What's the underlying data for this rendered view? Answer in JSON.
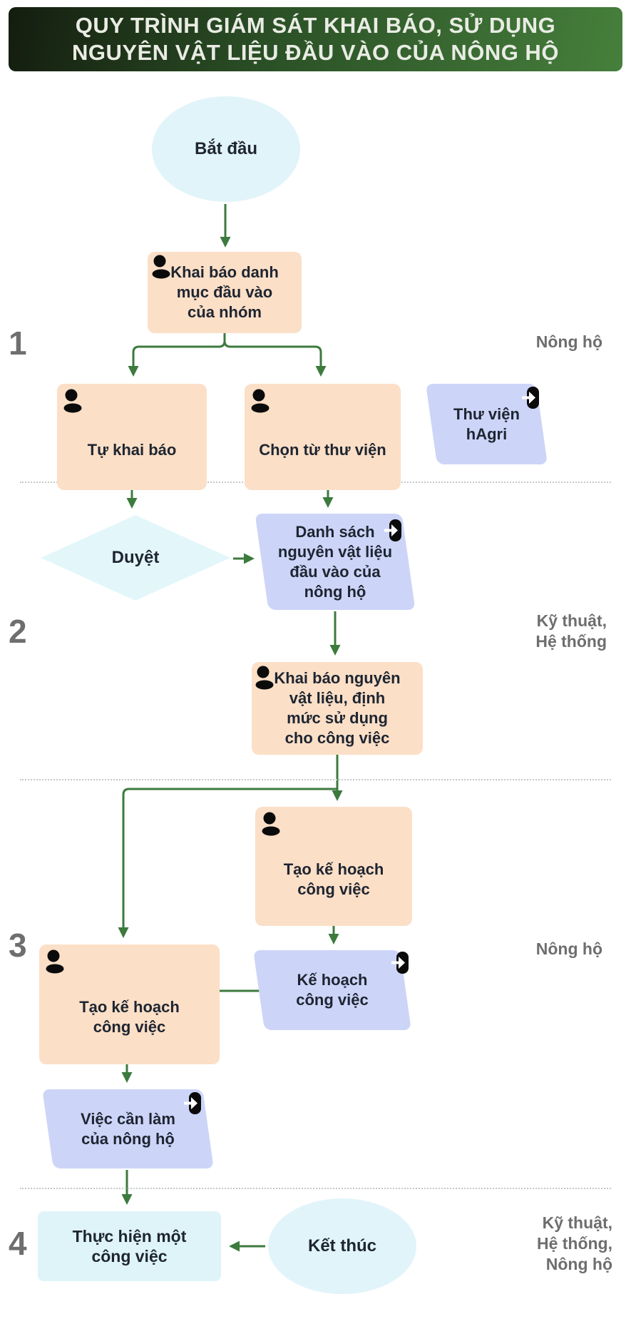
{
  "header": {
    "line1": "QUY TRÌNH GIÁM SÁT KHAI BÁO, SỬ DỤNG",
    "line2": "NGUYÊN VẬT LIỆU ĐẦU VÀO CỦA NÔNG HỘ"
  },
  "lanes": [
    {
      "number": "1",
      "role": "Nông hộ"
    },
    {
      "number": "2",
      "role": [
        "Kỹ thuật,",
        "Hệ thống"
      ]
    },
    {
      "number": "3",
      "role": "Nông hộ"
    },
    {
      "number": "4",
      "role": [
        "Kỹ thuật,",
        "Hệ thống,",
        "Nông hộ"
      ]
    }
  ],
  "nodes": {
    "start": {
      "label": "Bắt đầu",
      "type": "terminal"
    },
    "declare_group": {
      "label": [
        "Khai báo danh",
        "mục đầu vào",
        "của nhóm"
      ],
      "type": "process",
      "actor": "person"
    },
    "self_declare": {
      "label": "Tự khai báo",
      "type": "process",
      "actor": "person"
    },
    "choose_library": {
      "label": "Chọn từ thư viện",
      "type": "process",
      "actor": "person"
    },
    "hagri_library": {
      "label": [
        "Thư viện",
        "hAgri"
      ],
      "type": "data",
      "icon": "login-arrow"
    },
    "approve": {
      "label": "Duyệt",
      "type": "decision"
    },
    "material_list": {
      "label": [
        "Danh sách",
        "nguyên vật liệu",
        "đầu vào của",
        "nông hộ"
      ],
      "type": "data",
      "icon": "login-arrow"
    },
    "declare_materials": {
      "label": [
        "Khai báo nguyên",
        "vật liệu, định",
        "mức sử dụng",
        "cho công việc"
      ],
      "type": "process",
      "actor": "person"
    },
    "create_plan_top": {
      "label": [
        "Tạo kế hoạch",
        "công việc"
      ],
      "type": "process",
      "actor": "person"
    },
    "work_plan": {
      "label": [
        "Kế hoạch",
        "công việc"
      ],
      "type": "data",
      "icon": "login-arrow"
    },
    "create_plan_left": {
      "label": [
        "Tạo kế hoạch",
        "công việc"
      ],
      "type": "process",
      "actor": "person"
    },
    "todo_list": {
      "label": [
        "Việc cần làm",
        "của nông hộ"
      ],
      "type": "data",
      "icon": "login-arrow"
    },
    "execute_work": {
      "label": [
        "Thực hiện một",
        "công việc"
      ],
      "type": "execute"
    },
    "end": {
      "label": "Kết thúc",
      "type": "terminal"
    }
  },
  "icons": {
    "person": "person-icon (black head + shoulders)",
    "login_arrow": "login-arrow-icon (black rounded door with white right arrow)"
  },
  "colors": {
    "header_gradient_start": "#141d0f",
    "header_gradient_end": "#467f3c",
    "header_text": "#e9ece4",
    "process_fill": "#fbdfc7",
    "data_fill": "#ccd5f8",
    "terminal_fill": "#e1f4fa",
    "decision_fill": "#e3f7fb",
    "execute_fill": "#dff4f8",
    "arrow_green": "#3c7a3e",
    "lane_text_gray": "#6e6e6e",
    "text_dark": "#1e2531"
  }
}
